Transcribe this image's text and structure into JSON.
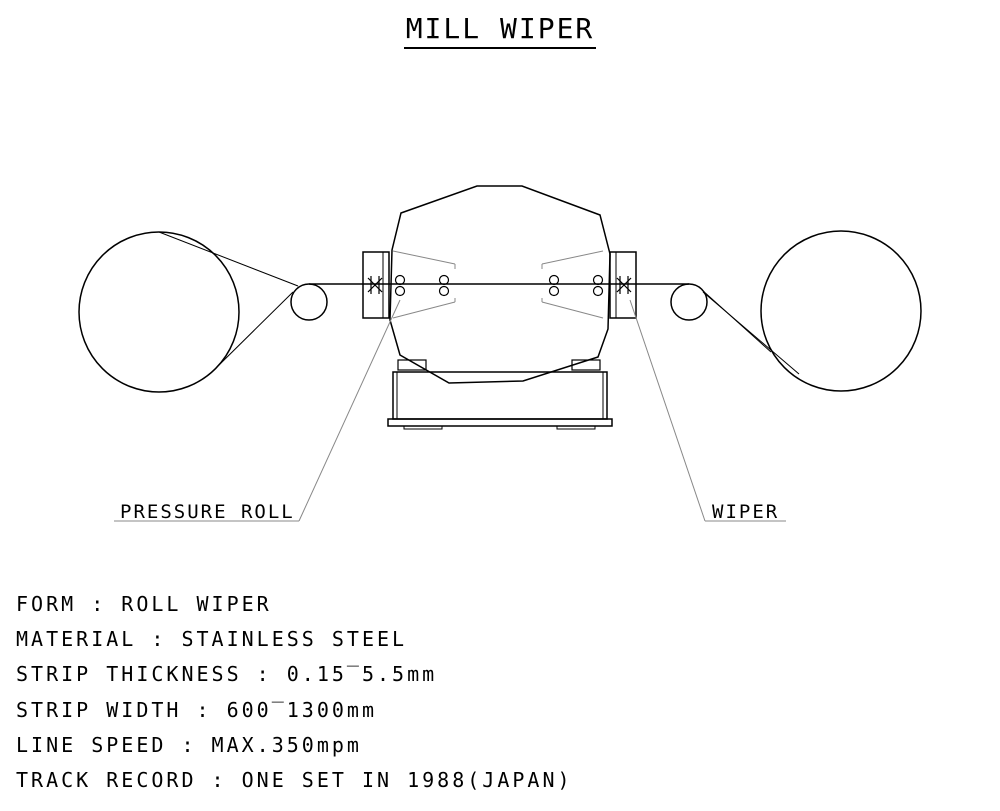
{
  "title": "MILL WIPER",
  "callouts": {
    "pressure_roll": "PRESSURE ROLL",
    "wiper": "WIPER"
  },
  "specs": [
    {
      "label": "FORM",
      "value": "ROLL WIPER"
    },
    {
      "label": "MATERIAL",
      "value": "STAINLESS STEEL"
    },
    {
      "label": "STRIP THICKNESS",
      "value": "0.15‾5.5mm"
    },
    {
      "label": "STRIP WIDTH",
      "value": "600‾1300mm"
    },
    {
      "label": "LINE SPEED",
      "value": "MAX.350mpm"
    },
    {
      "label": "TRACK RECORD",
      "value": "ONE SET IN 1988(JAPAN)"
    }
  ],
  "separator": " : "
}
